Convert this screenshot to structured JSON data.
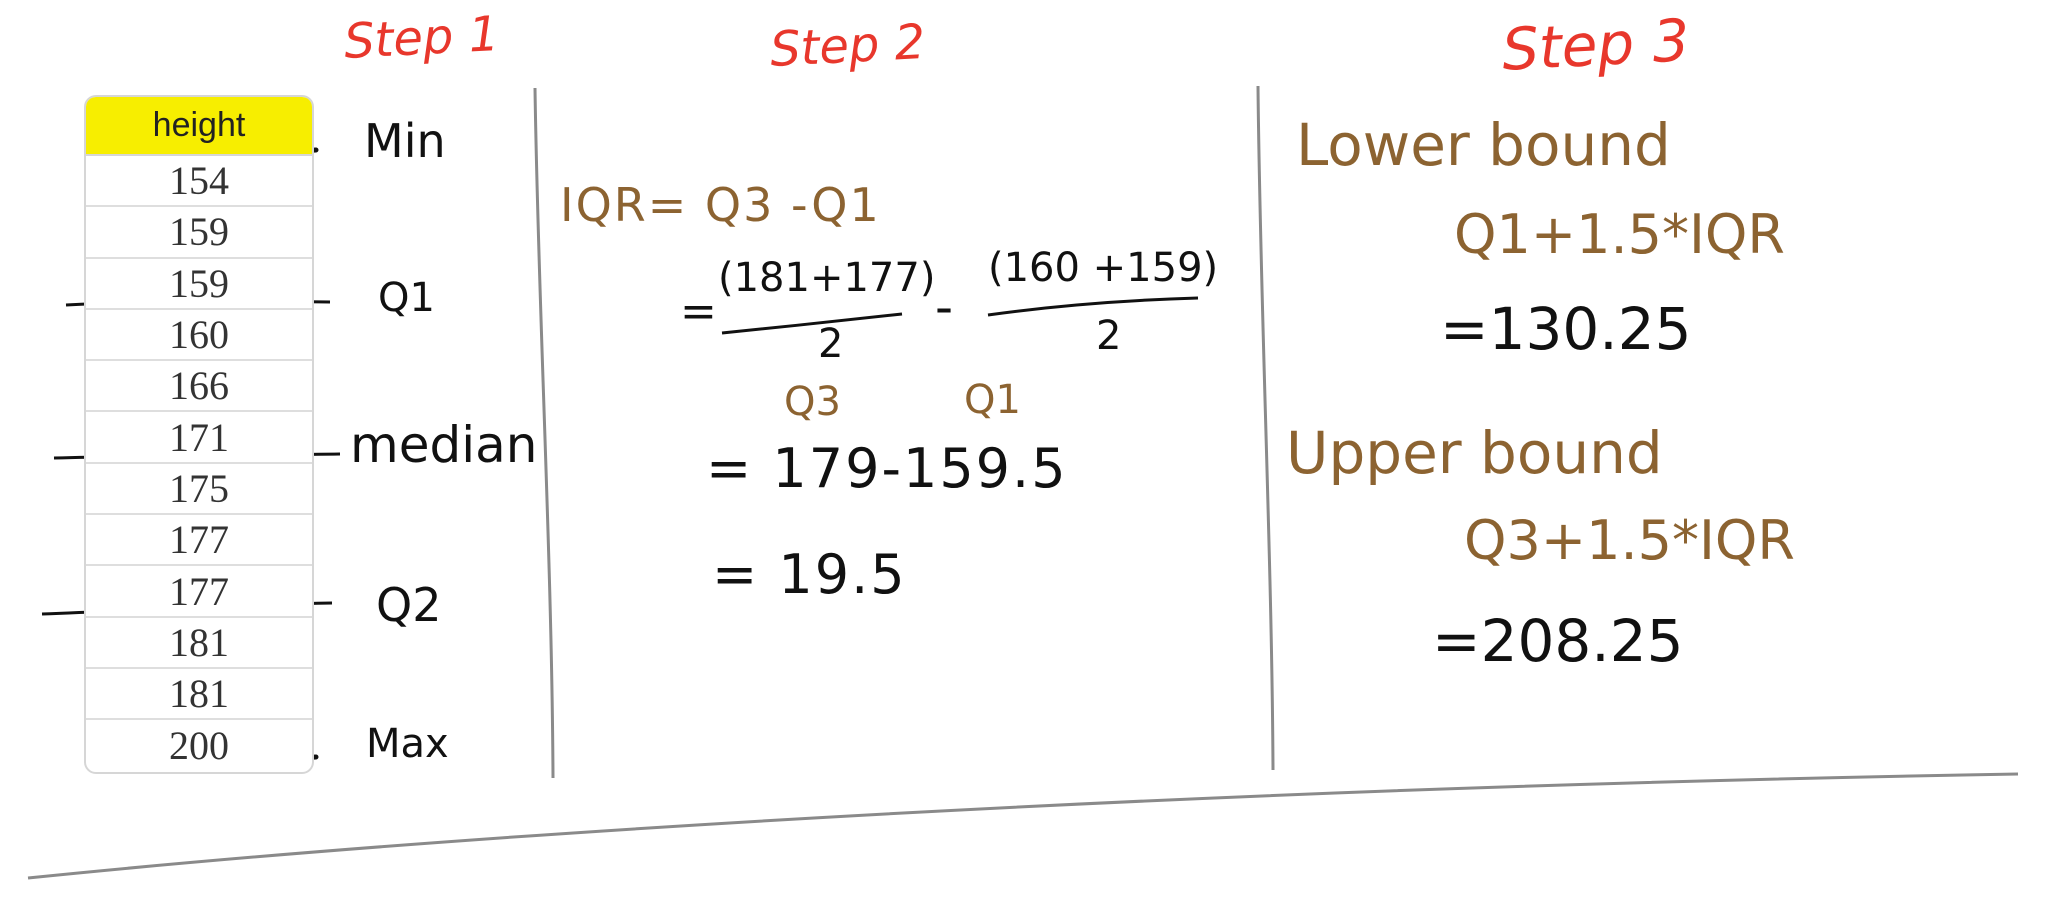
{
  "steps": {
    "s1": "Step 1",
    "s2": "Step 2",
    "s3": "Step 3"
  },
  "table": {
    "header": "height",
    "values": [
      "154",
      "159",
      "159",
      "160",
      "166",
      "171",
      "175",
      "177",
      "177",
      "181",
      "181",
      "200"
    ]
  },
  "markers": {
    "min": "Min",
    "q1": "Q1",
    "median": "median",
    "q2": "Q2",
    "max": "Max"
  },
  "step2": {
    "iqr_def": "IQR= Q3 -Q1",
    "eq_sign": "=",
    "frac1_num": "(181+177)",
    "frac1_den": "2",
    "minus": "-",
    "frac2_num": "(160 +159)",
    "frac2_den": "2",
    "q3_label": "Q3",
    "q1_label": "Q1",
    "line2": "= 179-159.5",
    "line3": "= 19.5"
  },
  "step3": {
    "lower_title": "Lower bound",
    "lower_formula": "Q1+1.5*IQR",
    "lower_value": "=130.25",
    "upper_title": "Upper bound",
    "upper_formula": "Q3+1.5*IQR",
    "upper_value": "=208.25"
  },
  "colors": {
    "heading": "#e8372c",
    "working": "#8c6331",
    "ink": "#111111",
    "header_fill": "#f7ee00"
  }
}
